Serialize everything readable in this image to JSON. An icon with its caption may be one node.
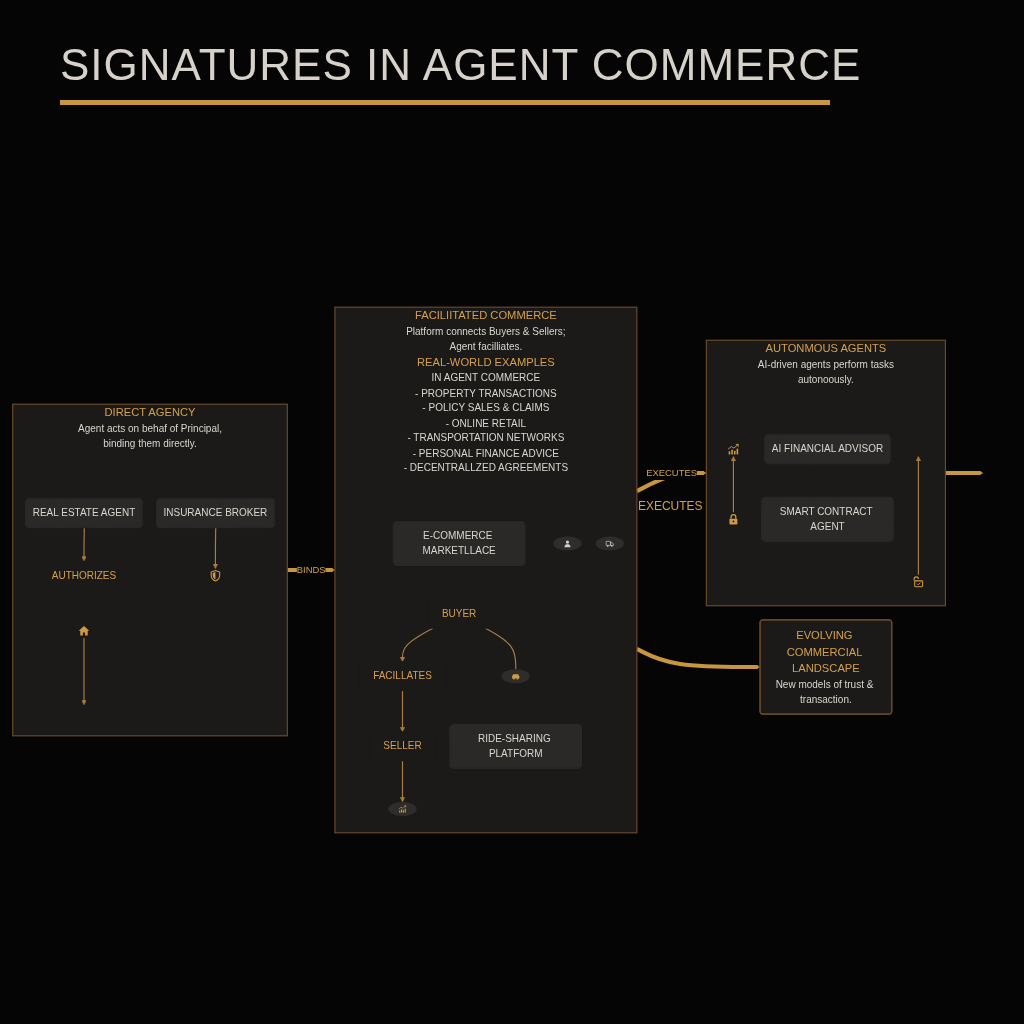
{
  "diagram": {
    "title": "SIGNATURES IN AGENT COMMERCE",
    "nodes": [
      {
        "text": [
          "DIRECT AGENCY",
          "Agent acts on behaf of Principal, binding them directly."
        ]
      },
      {
        "text": [
          "REAL ESTATE AGENT"
        ],
        "in": 0
      },
      {
        "text": [
          "AUTHORIZES"
        ],
        "in": 0
      },
      {
        "text": [],
        "shape": "picture",
        "in": 0
      },
      {
        "text": [
          "INSURANCE BROKER"
        ],
        "in": 0
      },
      {
        "text": [],
        "shape": "picture",
        "in": 0
      },
      {
        "text": [
          "FACILIITATED COMMERCE",
          "Platform connects Buyers & Sellers; Agent facilliates.",
          "REAL-WORLD EXAMPLES",
          "IN AGENT COMMERCE",
          "- PROPERTY TRANSACTIONS",
          "- POLICY SALES & CLAIMS",
          "- ONLINE RETAIL",
          "- TRANSPORTATION NETWORKS",
          "- PERSONAL FINANCE ADVICE",
          "- DECENTRALLZED AGREEMENTS"
        ]
      },
      {
        "text": [],
        "shape": "picture",
        "in": 6
      },
      {
        "text": [
          "E-COMMERCE MARKETLLACE"
        ],
        "in": 6
      },
      {
        "text": [],
        "shape": "picture",
        "in": 6
      },
      {
        "text": [
          "BUYER"
        ],
        "in": 6
      },
      {
        "text": [
          "FACILLATES"
        ],
        "in": 6
      },
      {
        "text": [
          "SELLER"
        ],
        "in": 6
      },
      {
        "text": [],
        "shape": "picture",
        "in": 6
      },
      {
        "text": [
          "RIDE-SHARING PLATFORM"
        ],
        "in": 6
      },
      {
        "text": [],
        "shape": "picture",
        "in": 6
      },
      {
        "text": [
          "AUTONMOUS AGENTS",
          "AI-driven agents perform tasks autonoously."
        ]
      },
      {
        "text": [],
        "shape": "picture",
        "in": 16
      },
      {
        "text": [
          "AI FINANCIAL ADVISOR"
        ],
        "in": 16
      },
      {
        "text": [],
        "shape": "picture",
        "in": 16
      },
      {
        "text": [],
        "shape": "picture",
        "in": 16
      },
      {
        "text": [
          "SMART CONTRACT AGENT"
        ],
        "in": 16
      },
      {
        "text": [
          "EVOLVING COMMERCIAL LANDSCAPE",
          "New models of trust & transaction."
        ]
      }
    ],
    "edges": [
      {
        "from": 0,
        "to": 6,
        "arrow": "to",
        "label": "BINDS",
        "style": "thick"
      },
      {
        "from": 1,
        "to": 2,
        "arrow": "to"
      },
      {
        "from": 3,
        "to": null,
        "arrow": "to"
      },
      {
        "from": 4,
        "to": 5,
        "arrow": "to"
      },
      {
        "from": 6,
        "to": 16,
        "arrow": "to",
        "label": "EXECUTES",
        "style": "thick"
      },
      {
        "from": 10,
        "to": 11,
        "arrow": "to"
      },
      {
        "from": 11,
        "to": 12,
        "arrow": "to"
      },
      {
        "from": 10,
        "to": 13,
        "arrow": "none"
      },
      {
        "from": 12,
        "to": 15,
        "arrow": "to"
      },
      {
        "from": 16,
        "to": null,
        "arrow": "to",
        "style": "thick"
      },
      {
        "from": 20,
        "to": 17,
        "arrow": "to"
      },
      {
        "from": 19,
        "to": null,
        "arrow": "to"
      },
      {
        "from": 6,
        "to": 22,
        "arrow": "to",
        "style": "thick"
      }
    ],
    "labels": [
      "EXECUTES"
    ]
  }
}
